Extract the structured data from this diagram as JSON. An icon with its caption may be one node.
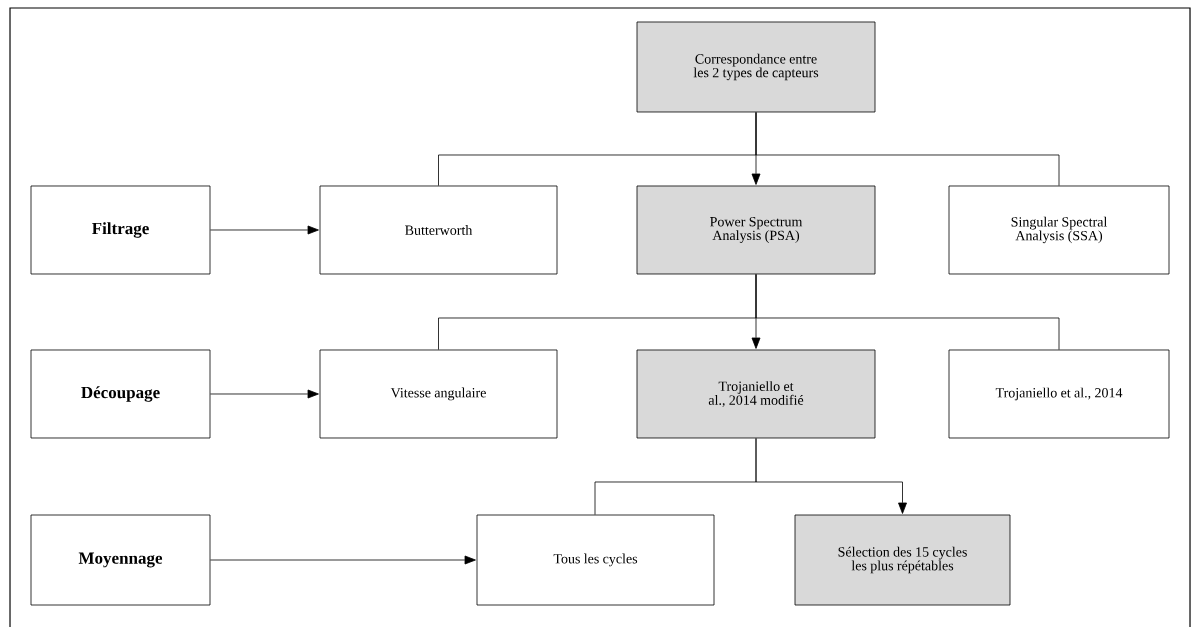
{
  "diagram": {
    "nodes": [
      {
        "text": [
          "Correspondance entre les 2 types de capteurs"
        ]
      },
      {
        "text": [
          "Filtrage"
        ]
      },
      {
        "text": [
          "Butterworth"
        ]
      },
      {
        "text": [
          "Power Spectrum Analysis (PSA)"
        ]
      },
      {
        "text": [
          "Singular Spectral Analysis (SSA)"
        ]
      },
      {
        "text": [
          "Découpage"
        ]
      },
      {
        "text": [
          "Vitesse angulaire"
        ]
      },
      {
        "text": [
          "Trojaniello et al., 2014 modifié"
        ]
      },
      {
        "text": [
          "Trojaniello et al., 2014"
        ]
      },
      {
        "text": [
          "Moyennage"
        ]
      },
      {
        "text": [
          "Tous les cycles"
        ]
      },
      {
        "text": [
          "Sélection des 15 cycles les plus répétables"
        ]
      }
    ],
    "edges": [
      {
        "from": 0,
        "to": 2,
        "arrow": "none"
      },
      {
        "from": 0,
        "to": 3,
        "arrow": "to"
      },
      {
        "from": 0,
        "to": 4,
        "arrow": "none"
      },
      {
        "from": 1,
        "to": 2,
        "arrow": "to"
      },
      {
        "from": 3,
        "to": 6,
        "arrow": "none"
      },
      {
        "from": 3,
        "to": 7,
        "arrow": "to"
      },
      {
        "from": 3,
        "to": 8,
        "arrow": "none"
      },
      {
        "from": 5,
        "to": 6,
        "arrow": "to"
      },
      {
        "from": 7,
        "to": 10,
        "arrow": "none"
      },
      {
        "from": 7,
        "to": 11,
        "arrow": "to"
      },
      {
        "from": 9,
        "to": 10,
        "arrow": "to"
      }
    ]
  }
}
